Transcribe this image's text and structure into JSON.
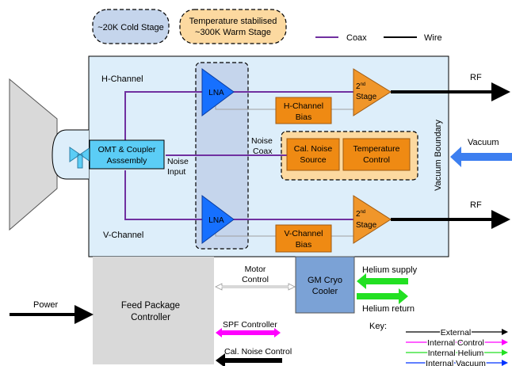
{
  "legend_top": {
    "cold_stage": "~20K Cold Stage",
    "warm_stage_line1": "Temperature stabilised",
    "warm_stage_line2": "~300K Warm Stage",
    "coax": "Coax",
    "wire": "Wire"
  },
  "labels": {
    "h_channel": "H-Channel",
    "v_channel": "V-Channel",
    "lna": "LNA",
    "stage_prefix": "2",
    "stage_sup": "nd",
    "stage_word": "Stage",
    "h_bias_line1": "H-Channel",
    "h_bias_line2": "Bias",
    "v_bias_line1": "V-Channel",
    "v_bias_line2": "Bias",
    "omt_line1": "OMT & Coupler",
    "omt_line2": "Asssembly",
    "noise_input_line1": "Noise",
    "noise_input_line2": "Input",
    "noise_coax_line1": "Noise",
    "noise_coax_line2": "Coax",
    "cal_noise_line1": "Cal. Noise",
    "cal_noise_line2": "Source",
    "temp_control_line1": "Temperature",
    "temp_control_line2": "Control",
    "vacuum_boundary": "Vacuum Boundary",
    "rf_top": "RF",
    "rf_bottom": "RF",
    "vacuum": "Vacuum",
    "motor_control_line1": "Motor",
    "motor_control_line2": "Control",
    "gm_cryo_line1": "GM Cryo",
    "gm_cryo_line2": "Cooler",
    "helium_supply": "Helium supply",
    "helium_return": "Helium return",
    "power": "Power",
    "fpc_line1": "Feed Package",
    "fpc_line2": "Controller",
    "spf_controller": "SPF Controller",
    "cal_noise_control": "Cal. Noise Control"
  },
  "key": {
    "title": "Key:",
    "items": [
      "External",
      "Internal Control",
      "Internal Helium",
      "Internal Vacuum"
    ]
  },
  "colors": {
    "coax": "#7030a0",
    "wire": "#000000",
    "vacuum_enclosure": "#ddeefa",
    "cold_stage": "#c5d5ec",
    "lna": "#1670ff",
    "stage_amp": "#f0962a",
    "bias_box": "#ef8a13",
    "omt": "#5bcdf6",
    "cryo": "#7ba2d6",
    "fpc": "#d9d9d9",
    "vacuum_arrow": "#3d7ff0",
    "helium": "#22e022",
    "control": "#ff00ff",
    "warm_legend": "#fcd9a0"
  }
}
